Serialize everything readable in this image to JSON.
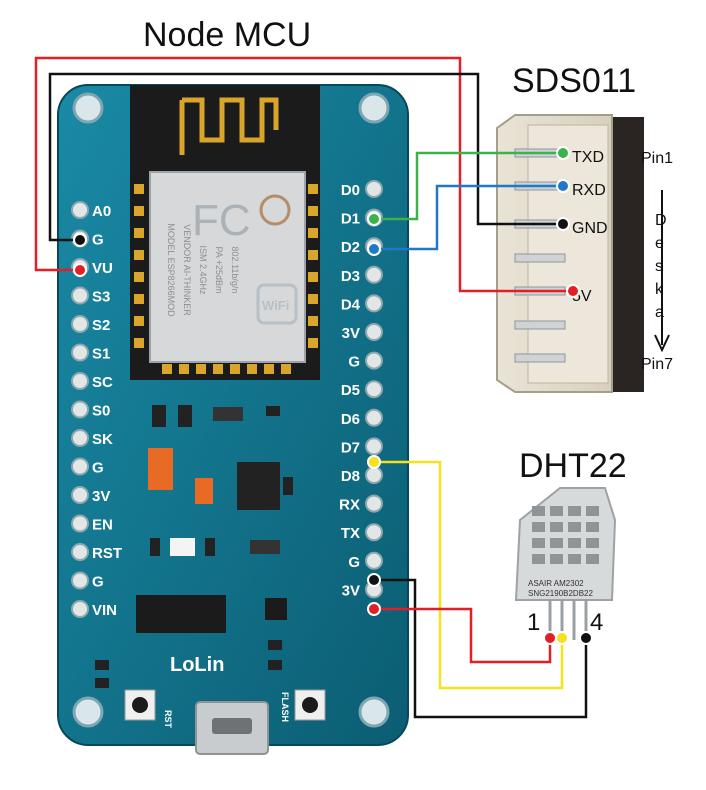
{
  "titles": {
    "board": "Node MCU",
    "sensor_pm": "SDS011",
    "sensor_th": "DHT22"
  },
  "board": {
    "left_pins": [
      "A0",
      "G",
      "VU",
      "S3",
      "S2",
      "S1",
      "SC",
      "S0",
      "SK",
      "G",
      "3V",
      "EN",
      "RST",
      "G",
      "VIN"
    ],
    "right_pins": [
      "D0",
      "D1",
      "D2",
      "D3",
      "D4",
      "3V",
      "G",
      "D5",
      "D6",
      "D7",
      "D8",
      "RX",
      "TX",
      "G",
      "3V"
    ],
    "brand": "LoLin",
    "button_rst": "RST",
    "button_flash": "FLASH",
    "module_text": [
      "MODEL  ESP8266MOD",
      "VENDOR  AI-THINKER",
      "ISM  2.4GHz",
      "PA  +25dBm",
      "802.11b/g/n"
    ],
    "wifi_badge": "WiFi",
    "fc_mark": "FC"
  },
  "sds011": {
    "pins": [
      "TXD",
      "RXD",
      "GND",
      "5V"
    ],
    "pin_start": "Pin1",
    "pin_end": "Pin7",
    "deska": [
      "D",
      "e",
      "s",
      "k",
      "a"
    ]
  },
  "dht22": {
    "brand_text": "ASAIR  AM2302",
    "serial_text": "SNG2190B2DB22",
    "pin_first": "1",
    "pin_last": "4"
  },
  "colors": {
    "board": "#0e6f87",
    "red_wire": "#e31e24",
    "black_wire": "#111111",
    "green_wire": "#3bb34a",
    "blue_wire": "#1f78c8",
    "yellow_wire": "#f5e11c"
  }
}
